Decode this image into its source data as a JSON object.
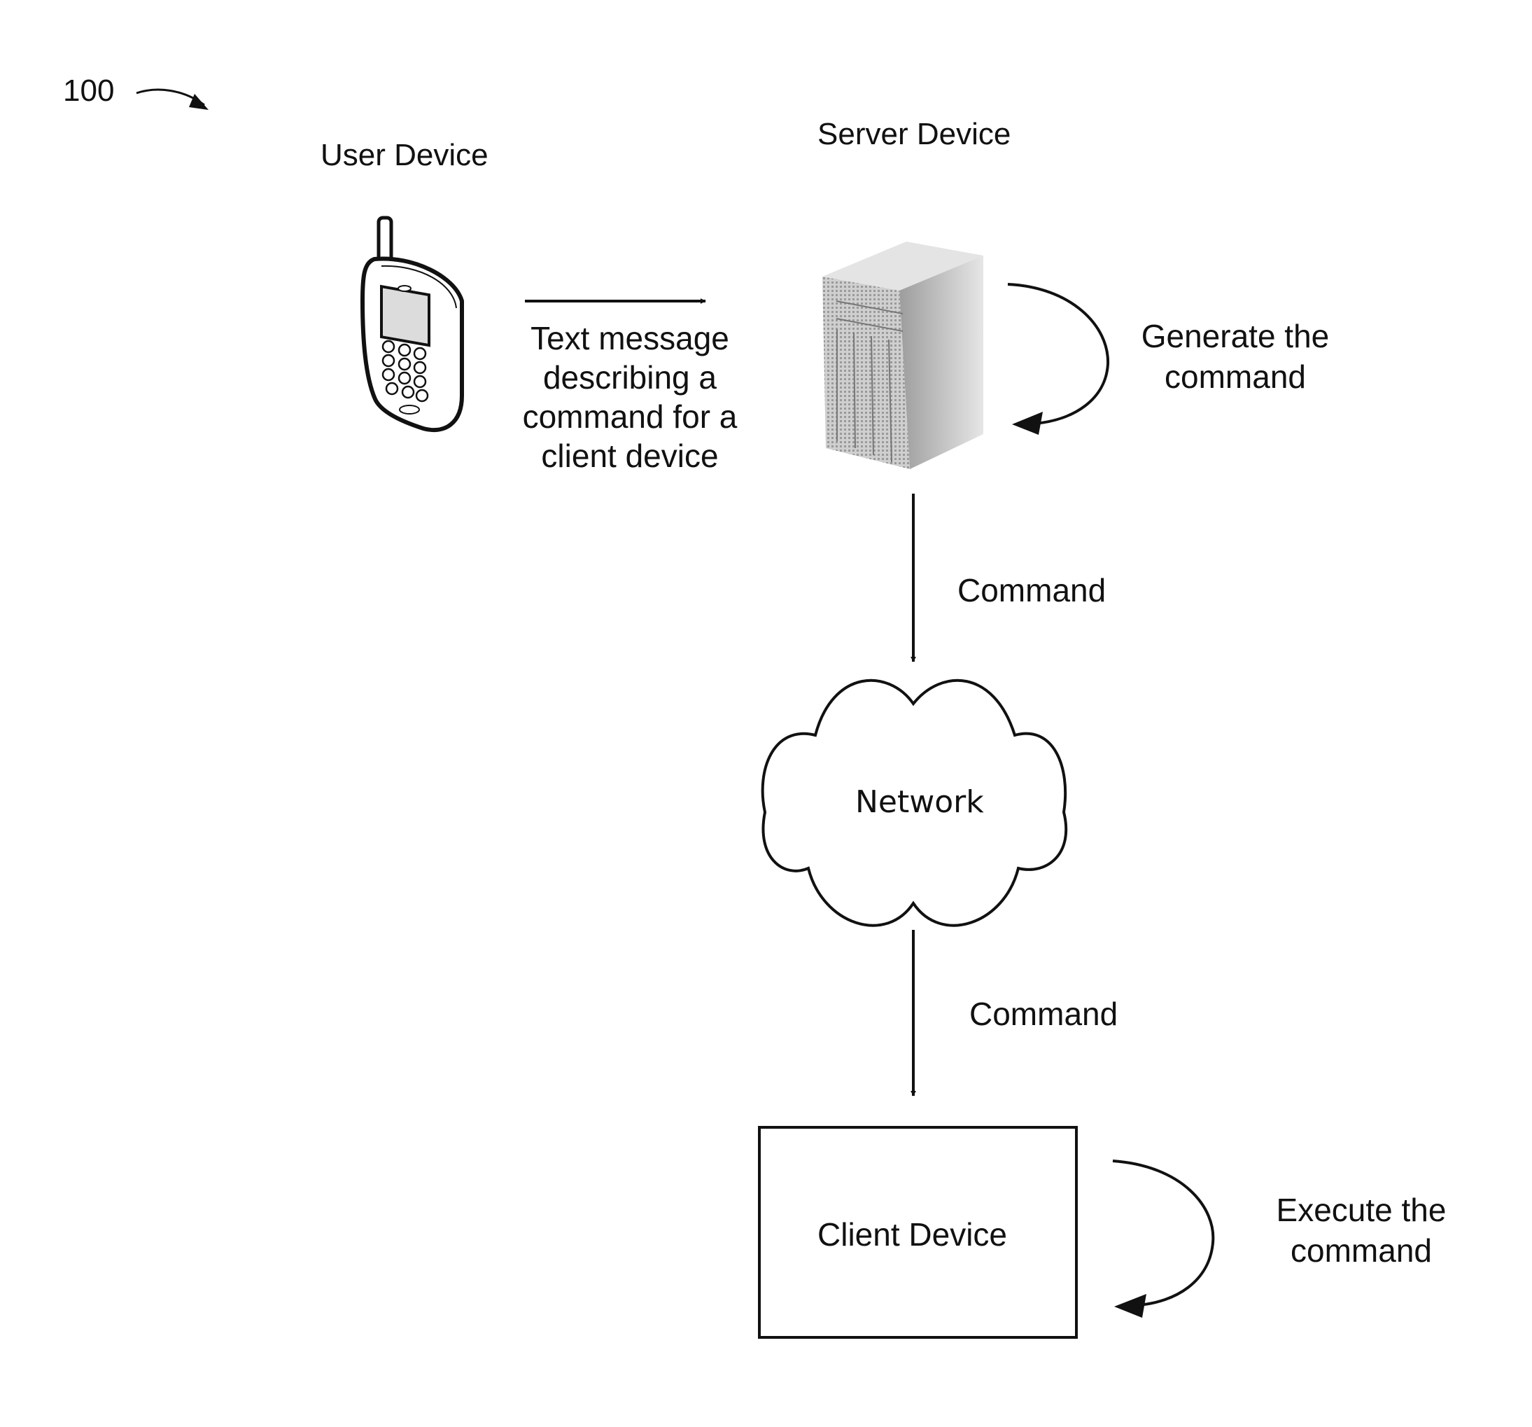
{
  "figure": {
    "ref_number": "100"
  },
  "user_device": {
    "label": "User Device",
    "icon": "mobile-phone-icon"
  },
  "server_device": {
    "label": "Server Device",
    "icon": "server-tower-icon",
    "self_action": [
      "Generate the",
      "command"
    ]
  },
  "text_message": {
    "lines": [
      "Text message",
      "describing a",
      "command for a",
      "client device"
    ]
  },
  "server_to_network": {
    "label": "Command"
  },
  "network": {
    "label": "Network",
    "icon": "cloud-icon"
  },
  "network_to_client": {
    "label": "Command"
  },
  "client_device": {
    "label": "Client Device",
    "self_action": [
      "Execute the",
      "command"
    ]
  },
  "colors": {
    "stroke": "#111111",
    "server_fill": "#bdbdbd"
  }
}
